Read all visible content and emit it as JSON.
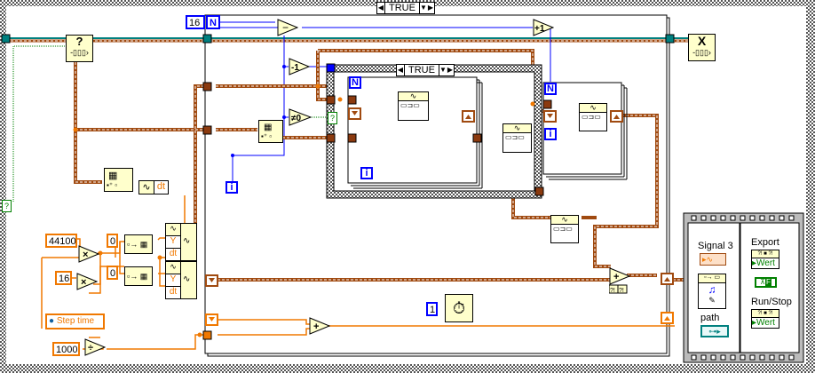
{
  "diagram": {
    "outer_while_loop": {
      "label": "while-loop"
    },
    "outer_case": {
      "selector_value": "TRUE"
    },
    "inner_case": {
      "selector_value": "TRUE"
    },
    "constants": {
      "count_n": "16",
      "sample_rate": "44100",
      "bits": "16",
      "init_zero_1": "0",
      "init_zero_2": "0",
      "ms_divisor": "1000",
      "wait_ms": "1"
    },
    "terminals": {
      "n": "N",
      "i": "i",
      "dt": "dt",
      "y": "Y"
    },
    "operators": {
      "subtract": "−",
      "minus_one": "-1",
      "not_zero": "≠0",
      "plus_one": "+1",
      "multiply": "×",
      "divide": "÷",
      "add": "+"
    },
    "local_variable": {
      "label": "Step time"
    },
    "queue_status": {
      "glyph": "?"
    },
    "queue_release": {
      "glyph": "X"
    },
    "event_panel": {
      "signal_label": "Signal 3",
      "path_label": "path",
      "export_label": "Export",
      "export_value": "Wert",
      "runstop_label": "Run/Stop",
      "runstop_value": "Wert",
      "bool_const": "F"
    },
    "colors": {
      "wire_orange": "#f07800",
      "wire_brown": "#a04a10",
      "wire_blue": "#0000ff",
      "wire_teal": "#00807f",
      "wire_green": "#008000",
      "node_fill": "#ffffcc"
    }
  }
}
